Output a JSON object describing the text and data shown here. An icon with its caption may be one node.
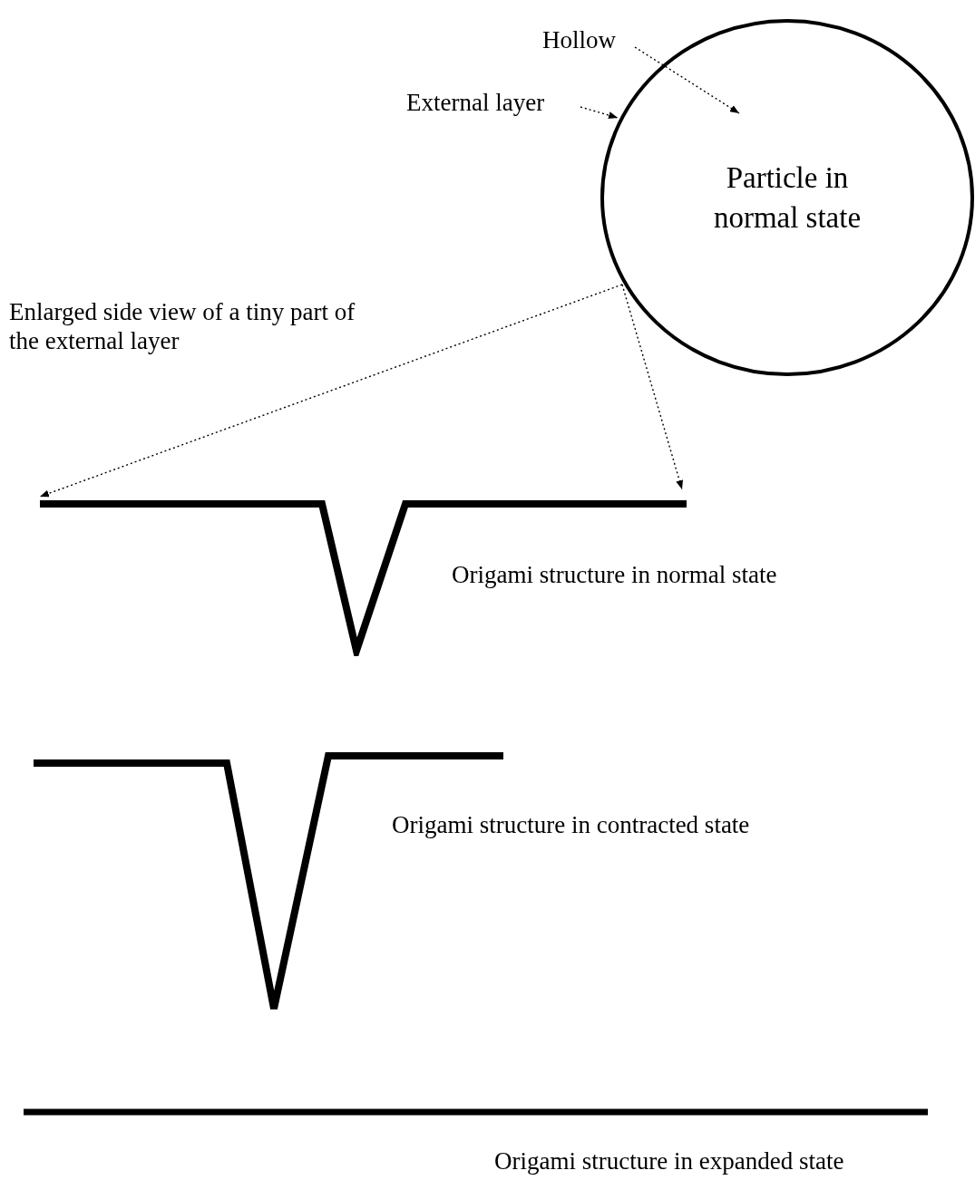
{
  "diagram": {
    "nodes": [
      {
        "text": [
          "Hollow"
        ]
      },
      {
        "text": [
          "External layer"
        ]
      },
      {
        "text": [
          "Particle in normal state"
        ]
      },
      {
        "text": [],
        "shape": "picture"
      }
    ],
    "edges": [
      {
        "from": 0,
        "to": 2,
        "arrow": "to",
        "style": "dashed"
      },
      {
        "from": 1,
        "to": 2,
        "arrow": "to",
        "style": "dashed"
      },
      {
        "from": 2,
        "to": 3,
        "arrow": "to",
        "style": "dashed"
      },
      {
        "from": 2,
        "to": 3,
        "arrow": "to",
        "style": "dashed"
      }
    ],
    "labels": [
      "Enlarged side view of a tiny part of the external layer",
      "Origami structure in normal state",
      "Origami structure in contracted state",
      "Origami structure in expanded state"
    ]
  }
}
